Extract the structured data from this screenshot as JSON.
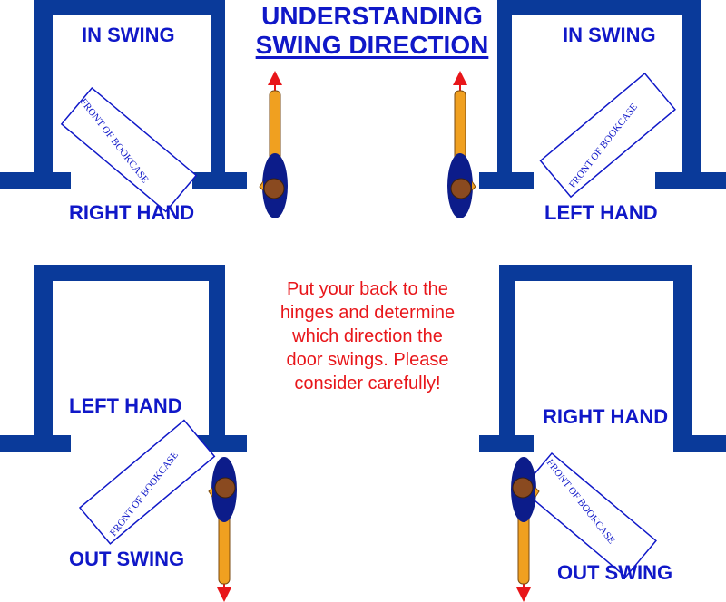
{
  "title": {
    "line1": "UNDERSTANDING",
    "line2": "SWING DIRECTION"
  },
  "note": "Put your back to the\nhinges and determine\nwhich direction the\ndoor swings. Please\nconsider carefully!",
  "bookcase_label": "FRONT OF BOOKCASE",
  "panels": {
    "top_left": {
      "swing": "IN SWING",
      "hand": "RIGHT HAND"
    },
    "top_right": {
      "swing": "IN SWING",
      "hand": "LEFT HAND"
    },
    "bottom_left": {
      "hand": "LEFT HAND",
      "swing": "OUT SWING"
    },
    "bottom_right": {
      "hand": "RIGHT HAND",
      "swing": "OUT SWING"
    }
  },
  "colors": {
    "frame": "#0a3a9a",
    "label_blue": "#1018c8",
    "note_red": "#e8161a",
    "arrow_red": "#e8161a",
    "person_body": "#0c1c8a",
    "person_leg": "#f0a020",
    "person_head": "#8a4a20"
  }
}
